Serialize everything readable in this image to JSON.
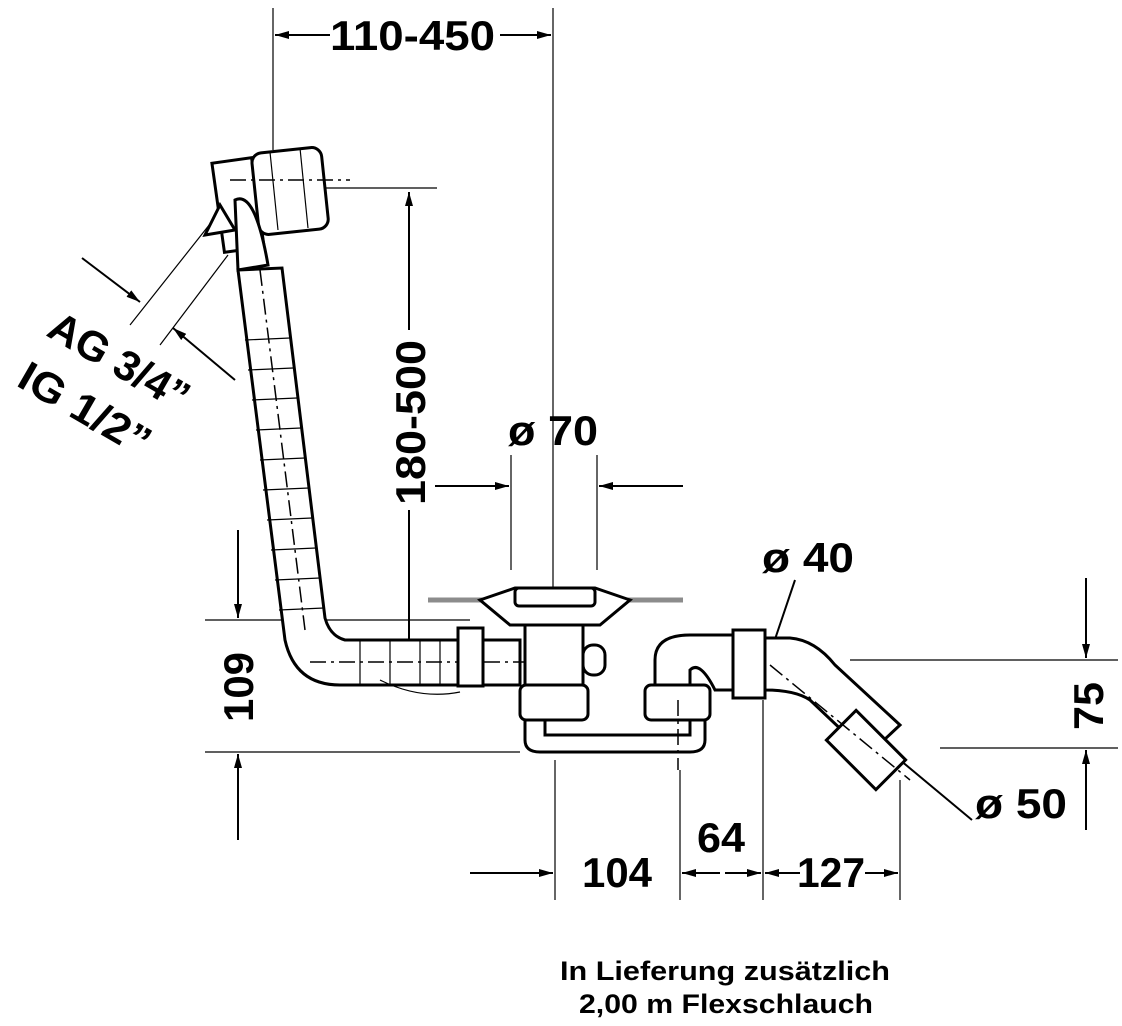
{
  "drawing": {
    "dimensions": {
      "overflow_width": "110-450",
      "overflow_height": "180-500",
      "thread_outer": "AG 3/4”",
      "thread_inner": "IG 1/2”",
      "drain_diameter": "ø 70",
      "outlet_diameter": "ø 40",
      "connection_diameter": "ø 50",
      "trap_height": "109",
      "outlet_height": "75",
      "dim_104": "104",
      "dim_64": "64",
      "dim_127": "127"
    },
    "note": {
      "line1": "In Lieferung zusätzlich",
      "line2": "2,00 m Flexschlauch"
    },
    "colors": {
      "line": "#000000",
      "plate": "#8c8c8c"
    }
  }
}
